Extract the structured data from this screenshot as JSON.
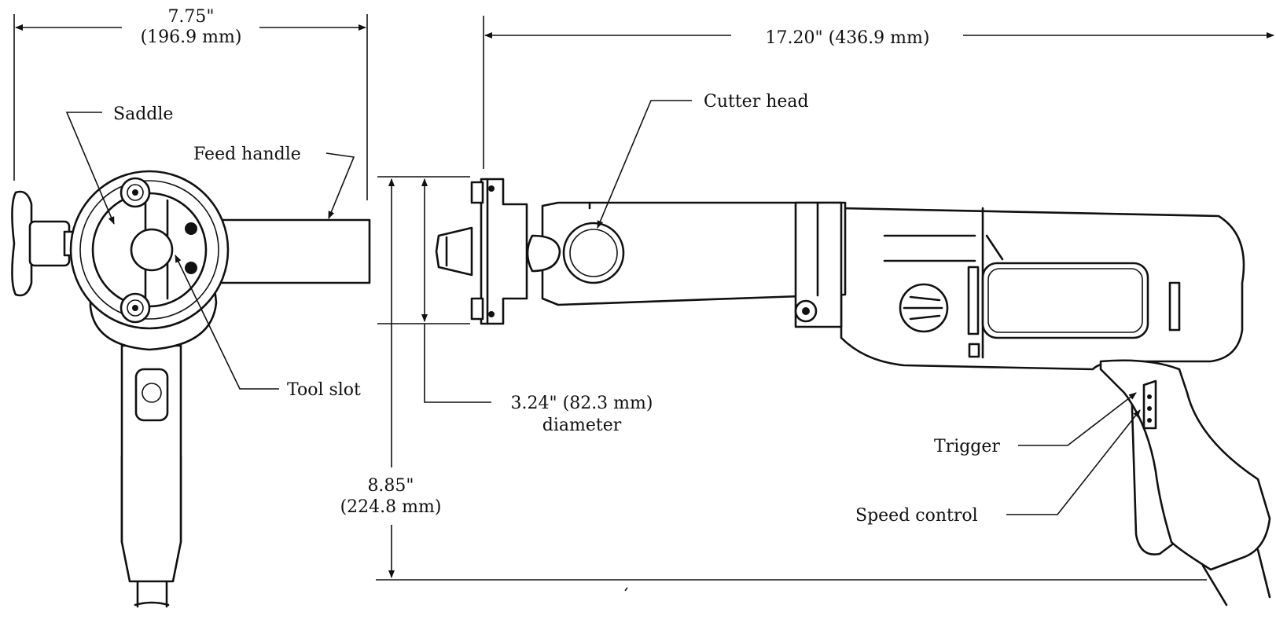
{
  "dimensions": {
    "width_in": "7.75\"",
    "width_mm": "(196.9 mm)",
    "length": "17.20\"  (436.9 mm)",
    "height_in": "8.85\"",
    "height_mm": "(224.8 mm)",
    "diameter_value": "3.24\"  (82.3 mm)",
    "diameter_word": "diameter"
  },
  "callouts": {
    "saddle": "Saddle",
    "feed_handle": "Feed handle",
    "tool_slot": "Tool slot",
    "cutter_head": "Cutter head",
    "trigger": "Trigger",
    "speed_control": "Speed control"
  }
}
